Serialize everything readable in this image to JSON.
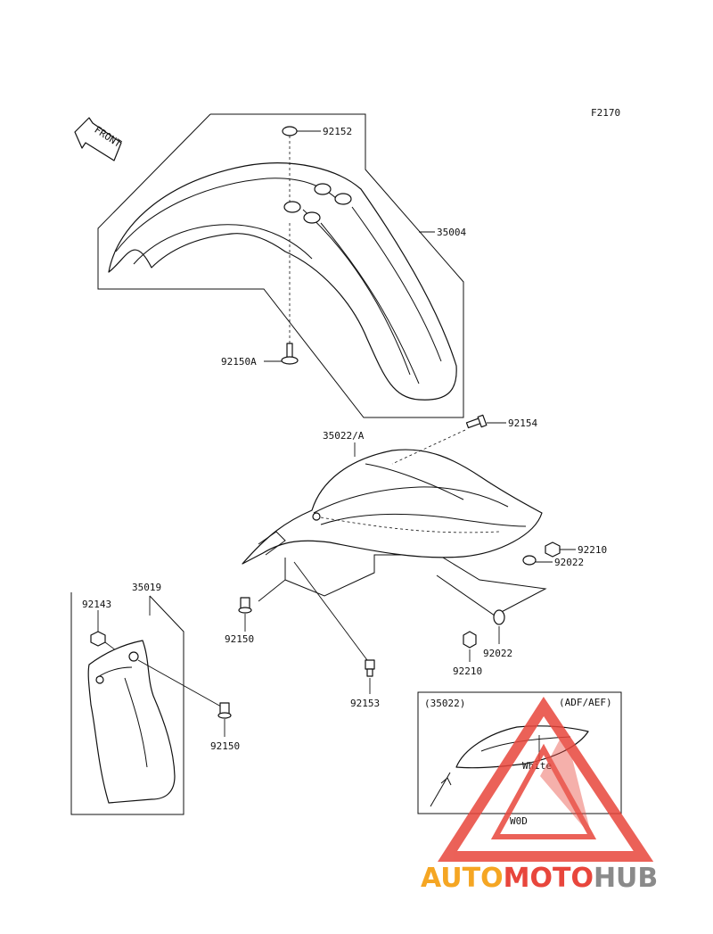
{
  "figure_code": "F2170",
  "front_label": "FRONT",
  "parts": {
    "p92152": "92152",
    "p35004": "35004",
    "p92150A": "92150A",
    "p35022A": "35022/A",
    "p92154": "92154",
    "p92210a": "92210",
    "p92022a": "92022",
    "p35019": "35019",
    "p92143": "92143",
    "p92150a": "92150",
    "p92153": "92153",
    "p92022b": "92022",
    "p92210b": "92210",
    "p92150b": "92150"
  },
  "inset": {
    "ref": "(35022)",
    "variant": "(ADF/AEF)",
    "color_note": "White",
    "bottom_label": "W0D"
  },
  "watermark": {
    "word_auto": "AUTO",
    "word_moto": "MOTO",
    "word_hub": "HUB",
    "color_red": "#e8463c",
    "color_orange": "#f5a623",
    "color_gray": "#8a8a8a"
  }
}
